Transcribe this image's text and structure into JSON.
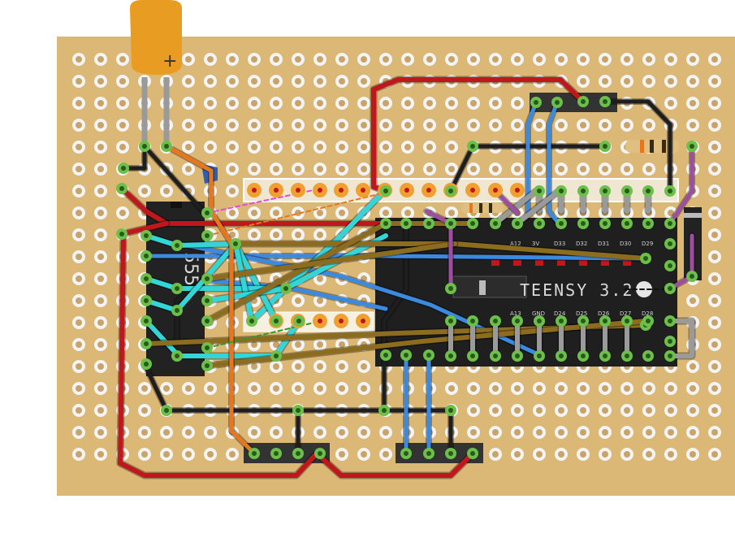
{
  "colors": {
    "board": "#dcb877",
    "board_dark": "#b9935a",
    "hole_outer": "#f4f4f4",
    "hole_inner": "#c8a46a",
    "pad": "#6bbf4a",
    "wire_red": "#c0171c",
    "wire_black": "#1e1e1e",
    "wire_blue": "#3c8adf",
    "wire_cyan": "#33d6d6",
    "wire_brown": "#8c6d1f",
    "wire_gray": "#9a9a9a",
    "wire_orange": "#e8761c",
    "wire_purple": "#9d4ea0",
    "header_pin": "#f0a030",
    "capacitor": "#e89c22",
    "chip": "#222222"
  },
  "components": {
    "capacitor_symbol": "+",
    "chip_text": "555",
    "board_name": "TEENSY 3.2",
    "top_pin_labels": [
      "A12",
      "3V",
      "D33",
      "D32",
      "D31",
      "D30",
      "D29"
    ],
    "bottom_pin_labels": [
      "A13",
      "GND",
      "D24",
      "D25",
      "D26",
      "D27",
      "D28"
    ]
  }
}
